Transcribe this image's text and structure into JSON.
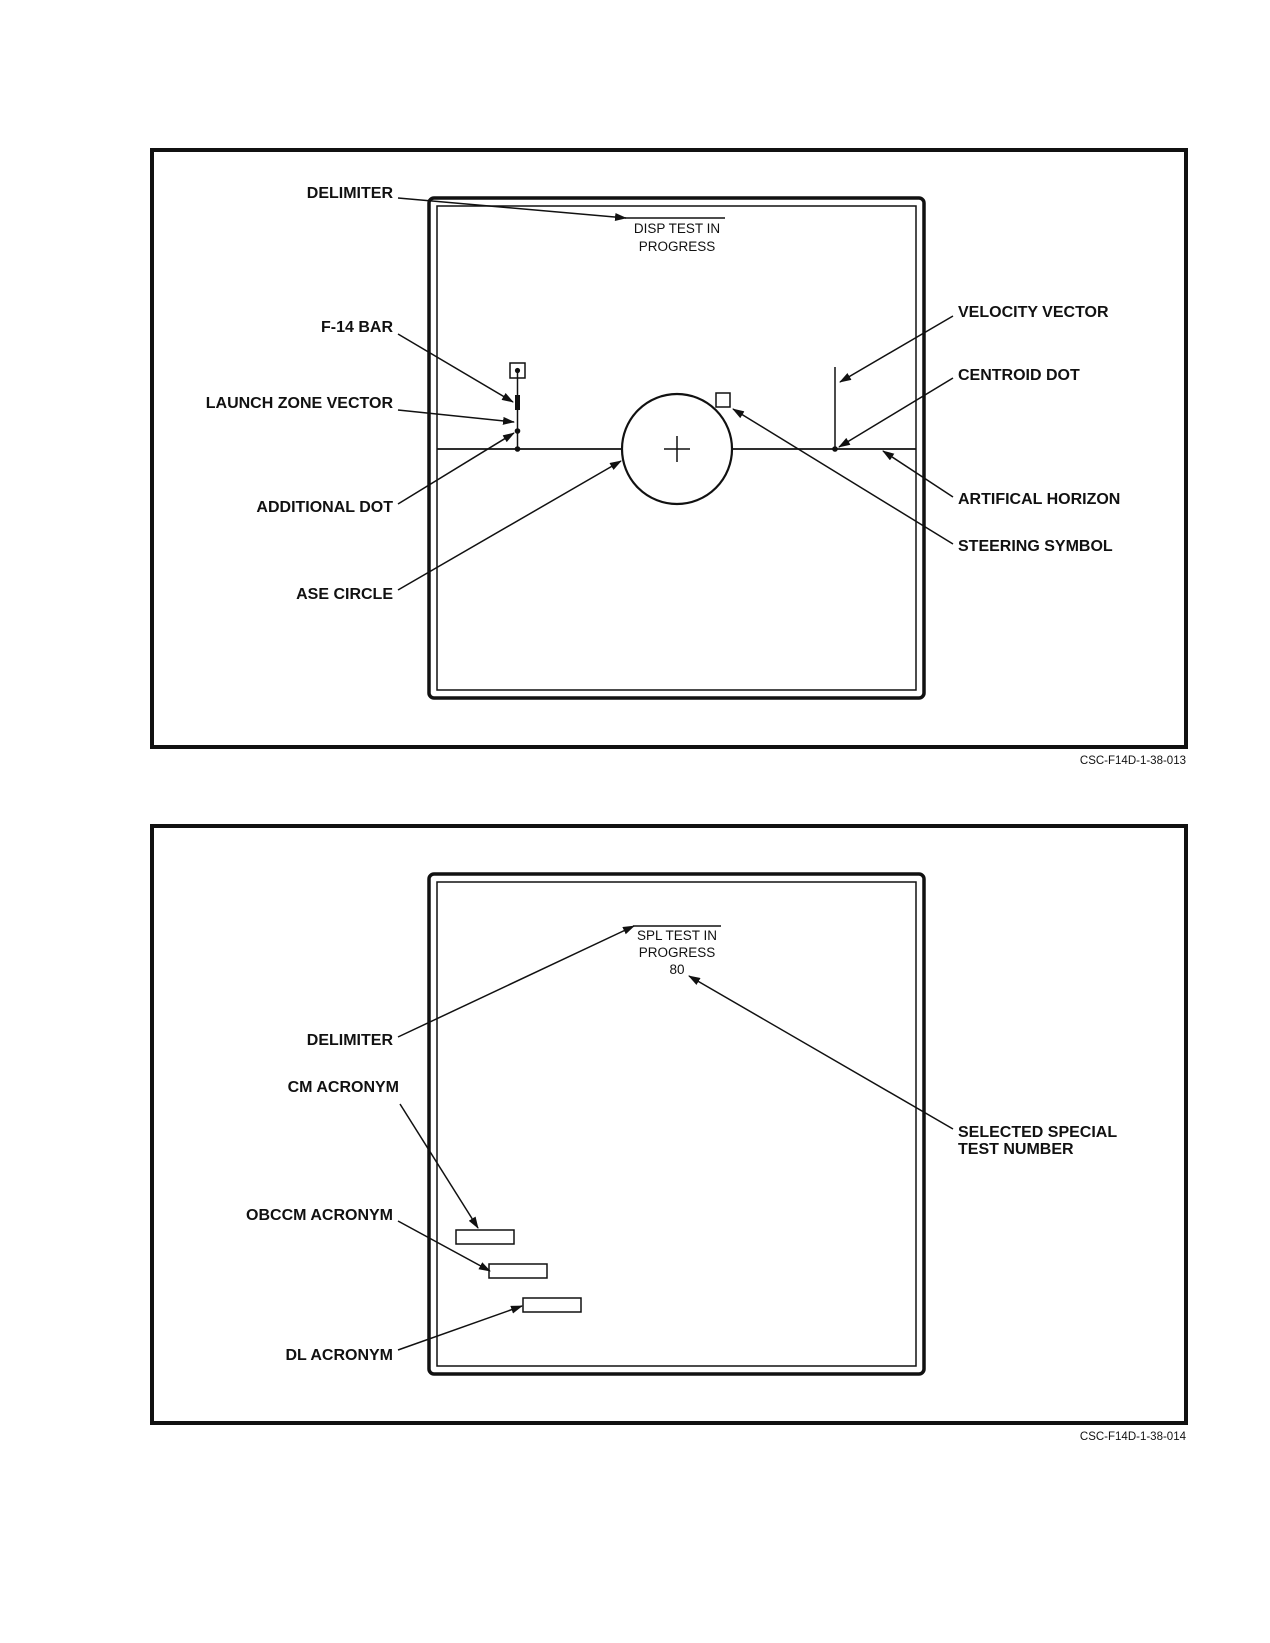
{
  "figure1": {
    "screen_text": {
      "line1": "DISP TEST IN",
      "line2": "PROGRESS"
    },
    "callouts": {
      "delimiter": "DELIMITER",
      "f14_bar": "F-14 BAR",
      "launch_zone_vector": "LAUNCH ZONE VECTOR",
      "additional_dot": "ADDITIONAL DOT",
      "ase_circle": "ASE CIRCLE",
      "velocity_vector": "VELOCITY VECTOR",
      "centroid_dot": "CENTROID DOT",
      "artificial_horizon": "ARTIFICAL HORIZON",
      "steering_symbol": "STEERING SYMBOL"
    },
    "figure_id": "CSC-F14D-1-38-013"
  },
  "figure2": {
    "screen_text": {
      "line1": "SPL TEST IN",
      "line2": "PROGRESS",
      "line3": "80"
    },
    "callouts": {
      "delimiter": "DELIMITER",
      "cm_acronym": "CM ACRONYM",
      "obccm_acronym": "OBCCM ACRONYM",
      "dl_acronym": "DL ACRONYM",
      "selected_special_line1": "SELECTED SPECIAL",
      "selected_special_line2": "TEST NUMBER"
    },
    "figure_id": "CSC-F14D-1-38-014"
  }
}
